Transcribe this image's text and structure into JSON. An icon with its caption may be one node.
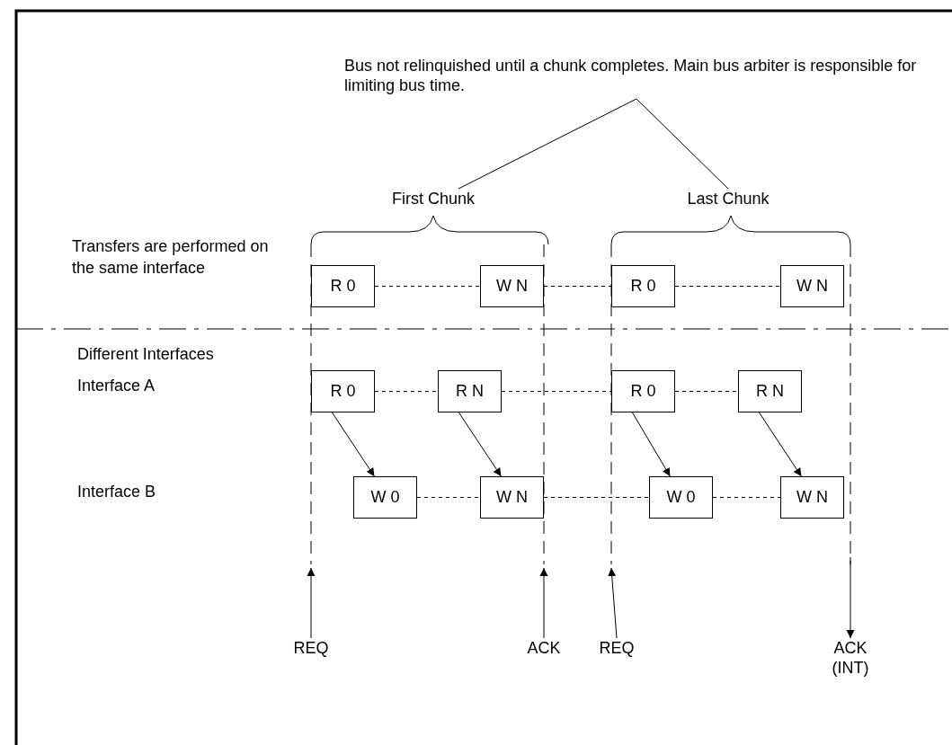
{
  "diagram": {
    "nodes": [
      {
        "text": [
          "Bus not relinquished until a chunk completes. Main bus arbiter is responsible for limiting bus time."
        ]
      },
      {
        "text": [
          "First Chunk"
        ]
      },
      {
        "text": [
          "Last Chunk"
        ]
      },
      {
        "text": [
          "R 0"
        ]
      },
      {
        "text": [
          "W N"
        ]
      },
      {
        "text": [
          "R 0"
        ]
      },
      {
        "text": [
          "W N"
        ]
      },
      {
        "text": [
          "R 0"
        ]
      },
      {
        "text": [
          "R N"
        ]
      },
      {
        "text": [
          "R 0"
        ]
      },
      {
        "text": [
          "R N"
        ]
      },
      {
        "text": [
          "W 0"
        ]
      },
      {
        "text": [
          "W N"
        ]
      },
      {
        "text": [
          "W 0"
        ]
      },
      {
        "text": [
          "W N"
        ]
      },
      {
        "text": [
          "REQ"
        ]
      },
      {
        "text": [
          "ACK"
        ]
      },
      {
        "text": [
          "REQ"
        ]
      },
      {
        "text": [
          "ACK (INT)"
        ]
      }
    ],
    "edges": [
      {
        "from": 0,
        "to": 1,
        "arrow": "none"
      },
      {
        "from": 0,
        "to": 2,
        "arrow": "none"
      },
      {
        "from": 3,
        "to": 4,
        "arrow": "none",
        "style": "dashed"
      },
      {
        "from": 4,
        "to": 5,
        "arrow": "none",
        "style": "dashed"
      },
      {
        "from": 5,
        "to": 6,
        "arrow": "none",
        "style": "dashed"
      },
      {
        "from": 7,
        "to": 8,
        "arrow": "none",
        "style": "dashed"
      },
      {
        "from": 8,
        "to": 9,
        "arrow": "none",
        "style": "dashed"
      },
      {
        "from": 9,
        "to": 10,
        "arrow": "none",
        "style": "dashed"
      },
      {
        "from": 11,
        "to": 12,
        "arrow": "none",
        "style": "dashed"
      },
      {
        "from": 12,
        "to": 13,
        "arrow": "none",
        "style": "dashed"
      },
      {
        "from": 13,
        "to": 14,
        "arrow": "none",
        "style": "dashed"
      },
      {
        "from": 7,
        "to": 11,
        "arrow": "to"
      },
      {
        "from": 8,
        "to": 12,
        "arrow": "to"
      },
      {
        "from": 9,
        "to": 13,
        "arrow": "to"
      },
      {
        "from": 10,
        "to": 14,
        "arrow": "to"
      },
      {
        "from": 15,
        "to": null,
        "arrow": "to"
      },
      {
        "from": 16,
        "to": null,
        "arrow": "to"
      },
      {
        "from": 17,
        "to": null,
        "arrow": "to"
      },
      {
        "from": null,
        "to": 18,
        "arrow": "to"
      }
    ],
    "labels": [
      "Transfers are performed on the same interface",
      "Different Interfaces",
      "Interface A",
      "Interface B"
    ]
  }
}
